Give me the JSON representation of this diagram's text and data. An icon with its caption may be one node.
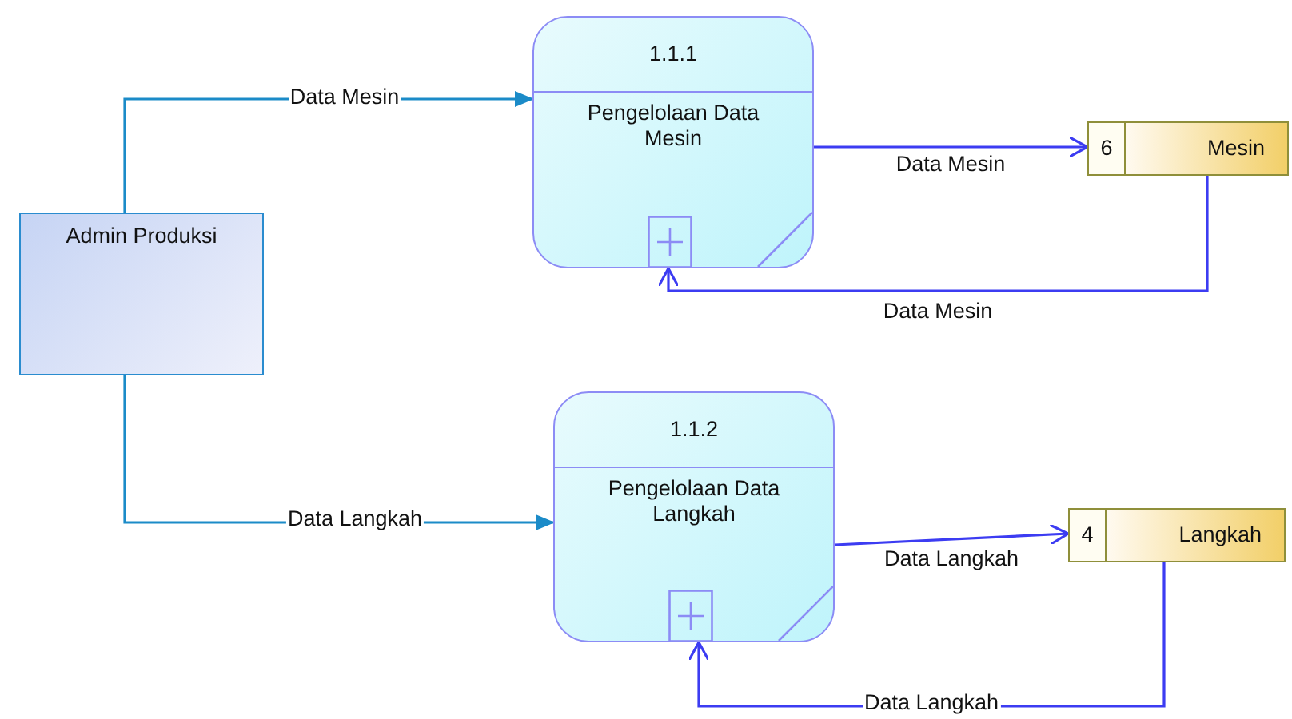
{
  "diagram": {
    "nodes": [
      {
        "text": [
          "Admin Produksi"
        ]
      },
      {
        "text": [
          "1.1.1",
          "Pengelolaan Data Mesin"
        ]
      },
      {
        "text": [
          "6",
          "Mesin"
        ]
      },
      {
        "text": [
          "1.1.2",
          "Pengelolaan Data Langkah"
        ]
      },
      {
        "text": [
          "4",
          "Langkah"
        ]
      }
    ],
    "edges": [
      {
        "from": 0,
        "to": 1,
        "arrow": "to",
        "label": "Data Mesin",
        "color": "#1b8bc8"
      },
      {
        "from": 1,
        "to": 2,
        "arrow": "to",
        "label": "Data Mesin"
      },
      {
        "from": 2,
        "to": 1,
        "arrow": "to",
        "label": "Data Mesin"
      },
      {
        "from": 0,
        "to": 3,
        "arrow": "to",
        "label": "Data Langkah",
        "color": "#1b8bc8"
      },
      {
        "from": 3,
        "to": 4,
        "arrow": "to",
        "label": "Data Langkah"
      },
      {
        "from": 4,
        "to": 3,
        "arrow": "to",
        "label": "Data Langkah"
      }
    ]
  }
}
